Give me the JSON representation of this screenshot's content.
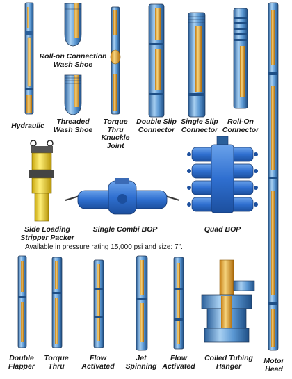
{
  "colors": {
    "steel_blue": "#3b7fc4",
    "steel_light": "#9cc8ee",
    "brass": "#e0a030",
    "brass_light": "#f3cf7a",
    "yellow": "#f2d21b",
    "bop_blue": "#2f6fd0",
    "outline": "#1f3554"
  },
  "icons": [
    "hydraulic-tool-icon",
    "wash-shoe-icon",
    "knuckle-joint-icon",
    "slip-connector-icon",
    "roll-on-connector-icon",
    "stripper-packer-icon",
    "combi-bop-icon",
    "quad-bop-icon",
    "flapper-icon",
    "jet-spinning-icon",
    "tubing-hanger-icon",
    "motor-head-icon"
  ],
  "labels": {
    "roll_on_wash_shoe": "Roll-on Connection\nWash Shoe",
    "hydraulic": "Hydraulic",
    "threaded_wash_shoe": "Threaded\nWash Shoe",
    "torque_thru_knuckle": "Torque\nThru\nKnuckle\nJoint",
    "double_slip": "Double Slip\nConnector",
    "single_slip": "Single Slip\nConnector",
    "roll_on_connector": "Roll-On\nConnector",
    "side_loading": "Side Loading\nStripper Packer",
    "single_combi": "Single Combi BOP",
    "quad_bop": "Quad BOP",
    "note": "Available in pressure rating 15,000 psi and size: 7\".",
    "double_flapper": "Double\nFlapper",
    "torque_thru": "Torque\nThru",
    "flow_activated_1": "Flow\nActivated",
    "jet_spinning": "Jet\nSpinning",
    "flow_activated_2": "Flow\nActivated",
    "coiled_tubing": "Coiled Tubing\nHanger",
    "motor_head": "Motor\nHead"
  }
}
